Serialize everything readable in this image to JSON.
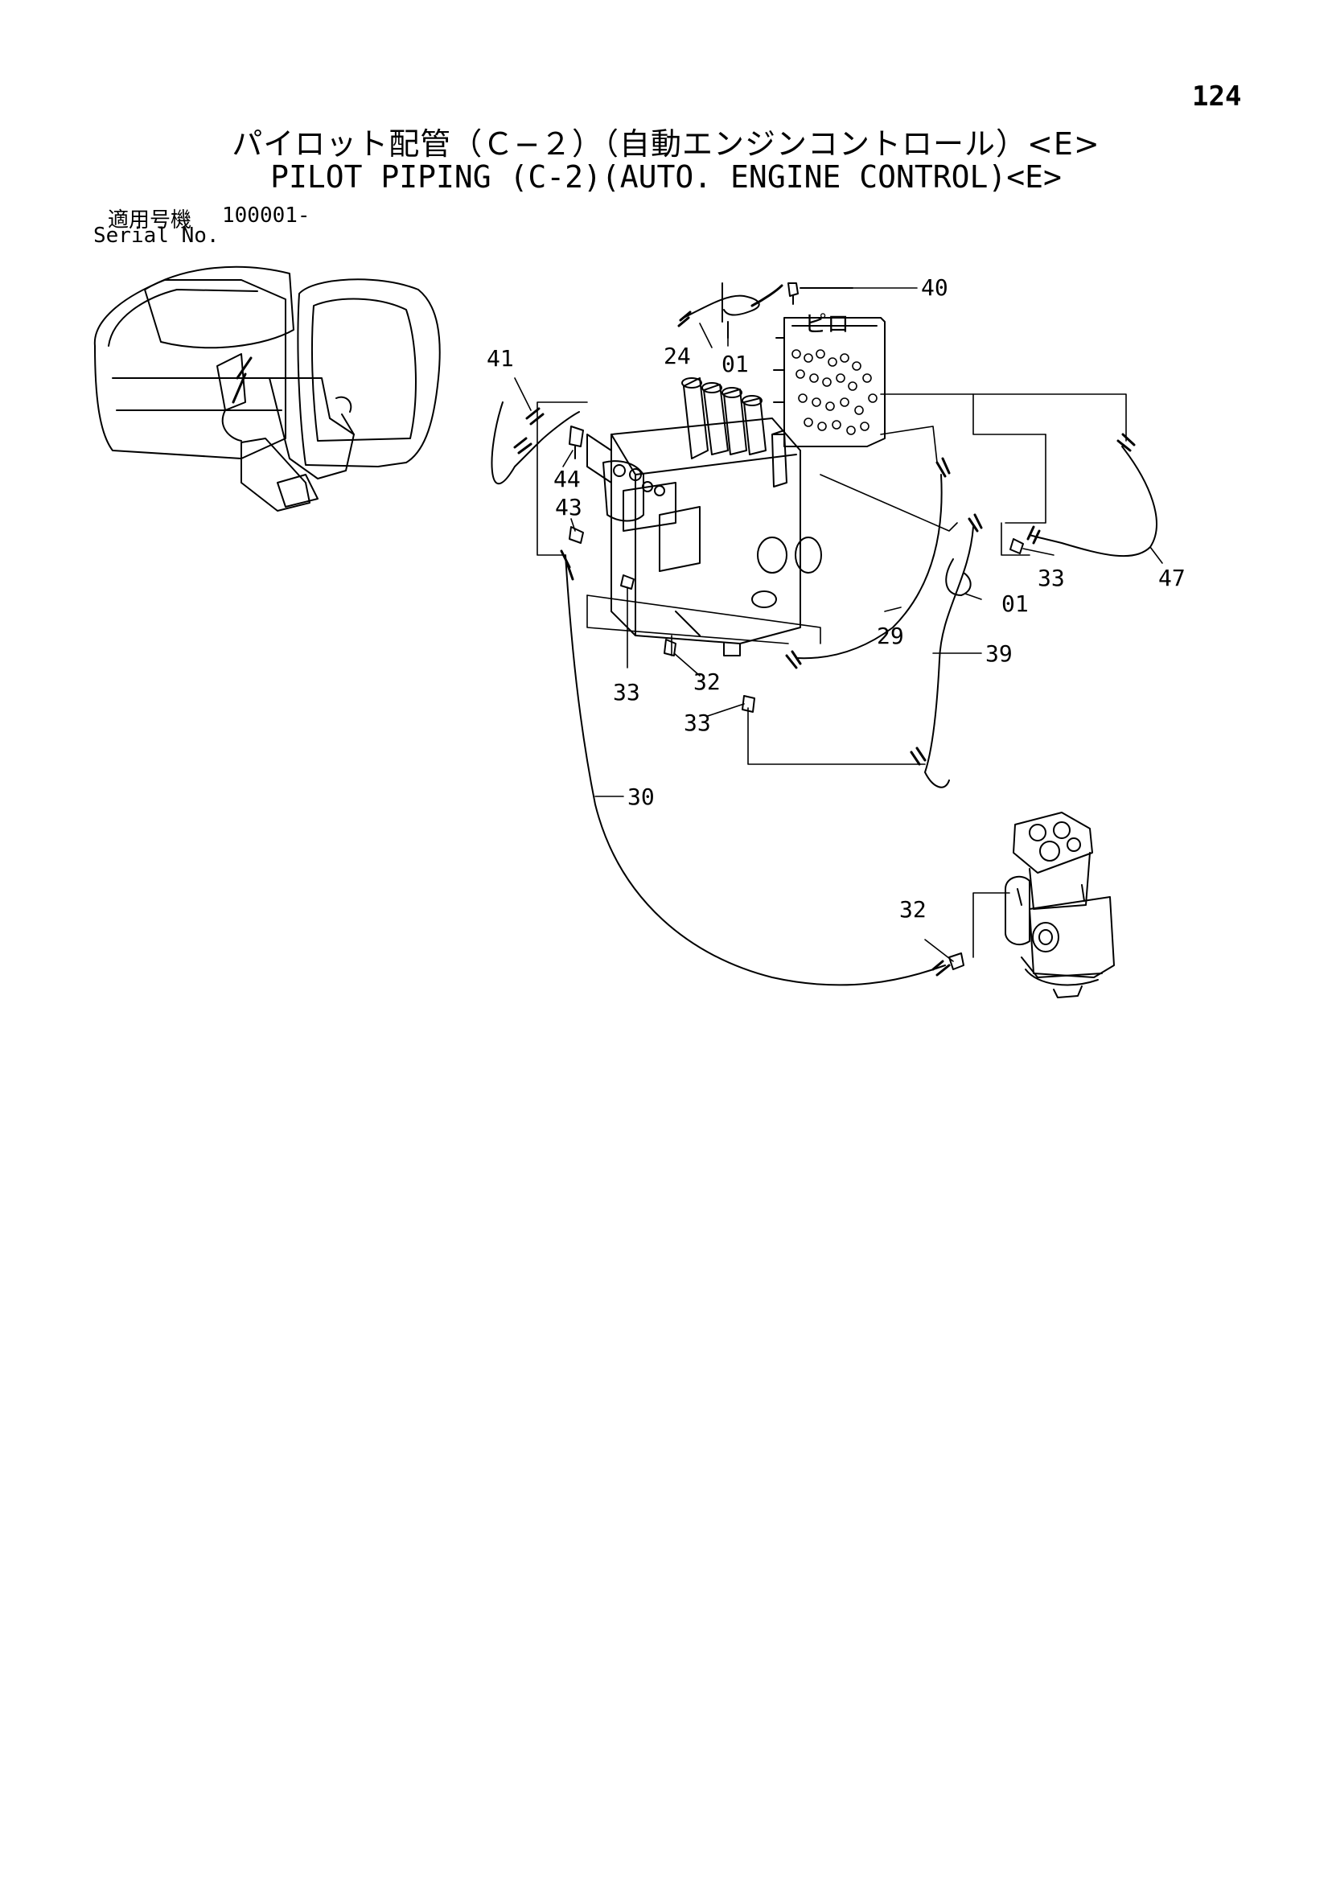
{
  "page_number": "124",
  "title_jp": "パイロット配管（Ｃ−２）（自動エンジンコントロール）<E>",
  "title_en": "PILOT PIPING (C-2)(AUTO. ENGINE CONTROL)<E>",
  "serial": {
    "label_jp": "適用号機",
    "value": "100001-",
    "label_en": "Serial No."
  },
  "callouts": {
    "c40": "40",
    "c24": "24",
    "c01a": "01",
    "c41": "41",
    "c44": "44",
    "c43": "43",
    "c33a": "33",
    "c47": "47",
    "c01b": "01",
    "c29": "29",
    "c39": "39",
    "c33b": "33",
    "c32a": "32",
    "c33c": "33",
    "c30": "30",
    "c32b": "32"
  }
}
